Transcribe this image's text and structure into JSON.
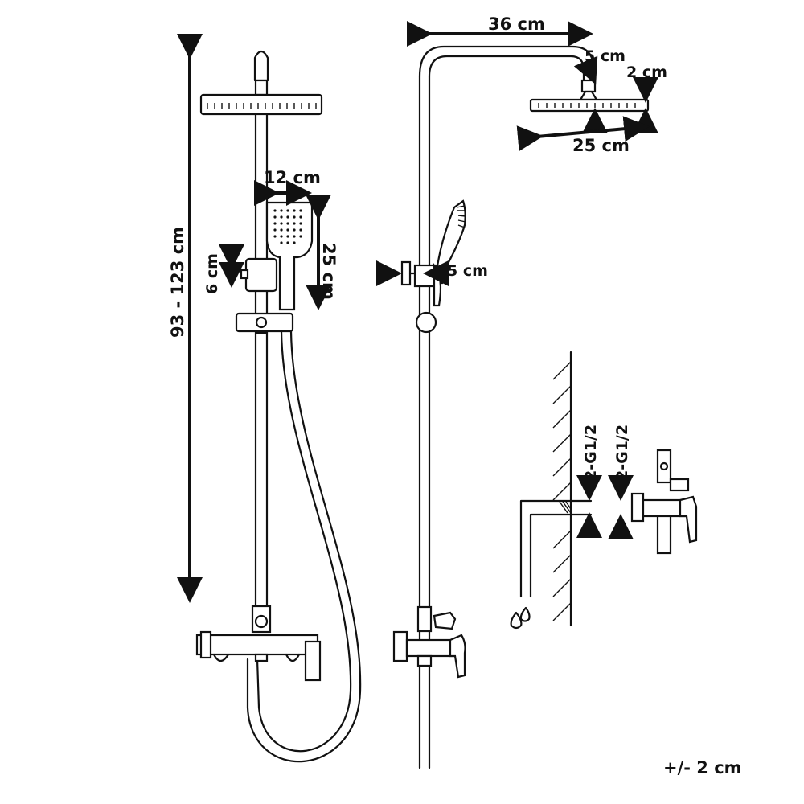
{
  "dimensions": {
    "height_range": "93 - 123 cm",
    "handset_width": "12 cm",
    "handset_length": "25 cm",
    "holder_travel": "6 cm",
    "arm_reach": "36 cm",
    "arm_drop": "5 cm",
    "head_thickness": "2 cm",
    "head_width": "25 cm",
    "holder_offset": "5 cm",
    "inlet_left": "2-G1/2",
    "inlet_right": "2-G1/2",
    "tolerance": "+/- 2 cm"
  },
  "colors": {
    "line": "#111111",
    "background": "#ffffff"
  },
  "icons": [
    "water-drops-icon"
  ]
}
